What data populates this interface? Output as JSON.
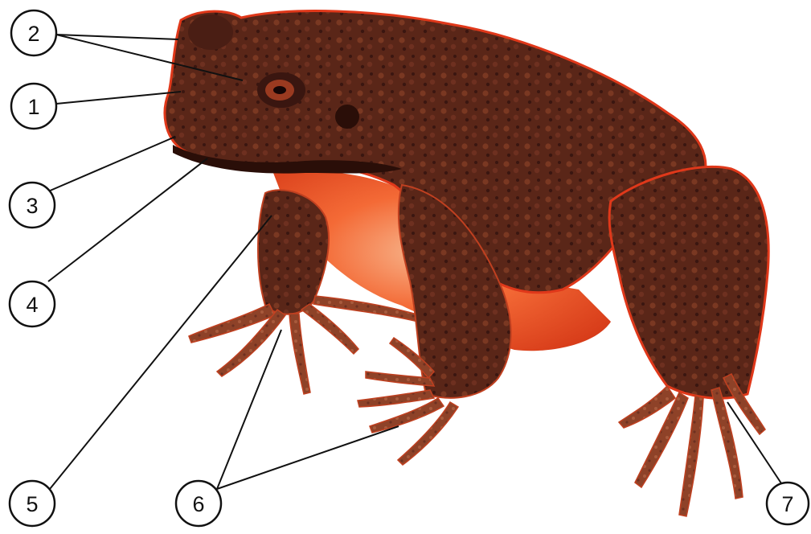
{
  "colors": {
    "background": "#ffffff",
    "toad_skin": "#5a2618",
    "toad_skin_dark": "#3a1610",
    "toad_wart": "#7a3822",
    "toad_belly": "#f25a2a",
    "toad_foot": "#9a4a30",
    "outline": "#e0381a",
    "leader_line": "#111111"
  },
  "labels": [
    {
      "id": "1",
      "text": "1"
    },
    {
      "id": "2",
      "text": "2"
    },
    {
      "id": "3",
      "text": "3"
    },
    {
      "id": "4",
      "text": "4"
    },
    {
      "id": "5",
      "text": "5"
    },
    {
      "id": "6",
      "text": "6"
    },
    {
      "id": "7",
      "text": "7"
    }
  ]
}
